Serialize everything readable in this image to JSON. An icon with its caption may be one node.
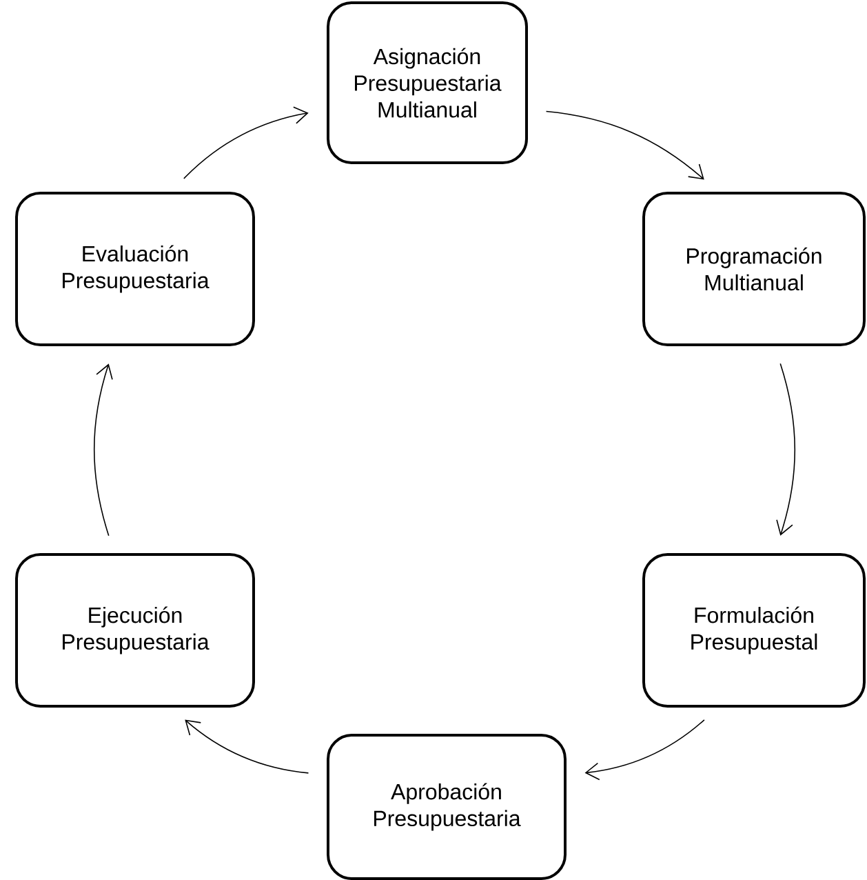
{
  "diagram": {
    "nodes": [
      {
        "text": [
          "Asignación Presupuestaria Multianual"
        ]
      },
      {
        "text": [
          "Programación Multianual"
        ]
      },
      {
        "text": [
          "Formulación Presupuestal"
        ]
      },
      {
        "text": [
          "Aprobación Presupuestaria"
        ]
      },
      {
        "text": [
          "Ejecución Presupuestaria"
        ]
      },
      {
        "text": [
          "Evaluación Presupuestaria"
        ]
      }
    ],
    "edges": [
      {
        "from": 0,
        "to": 1,
        "arrow": "to"
      },
      {
        "from": 1,
        "to": 2,
        "arrow": "to"
      },
      {
        "from": 2,
        "to": 3,
        "arrow": "to"
      },
      {
        "from": 3,
        "to": 4,
        "arrow": "to"
      },
      {
        "from": 4,
        "to": 5,
        "arrow": "to"
      },
      {
        "from": 5,
        "to": 0,
        "arrow": "to"
      }
    ]
  }
}
